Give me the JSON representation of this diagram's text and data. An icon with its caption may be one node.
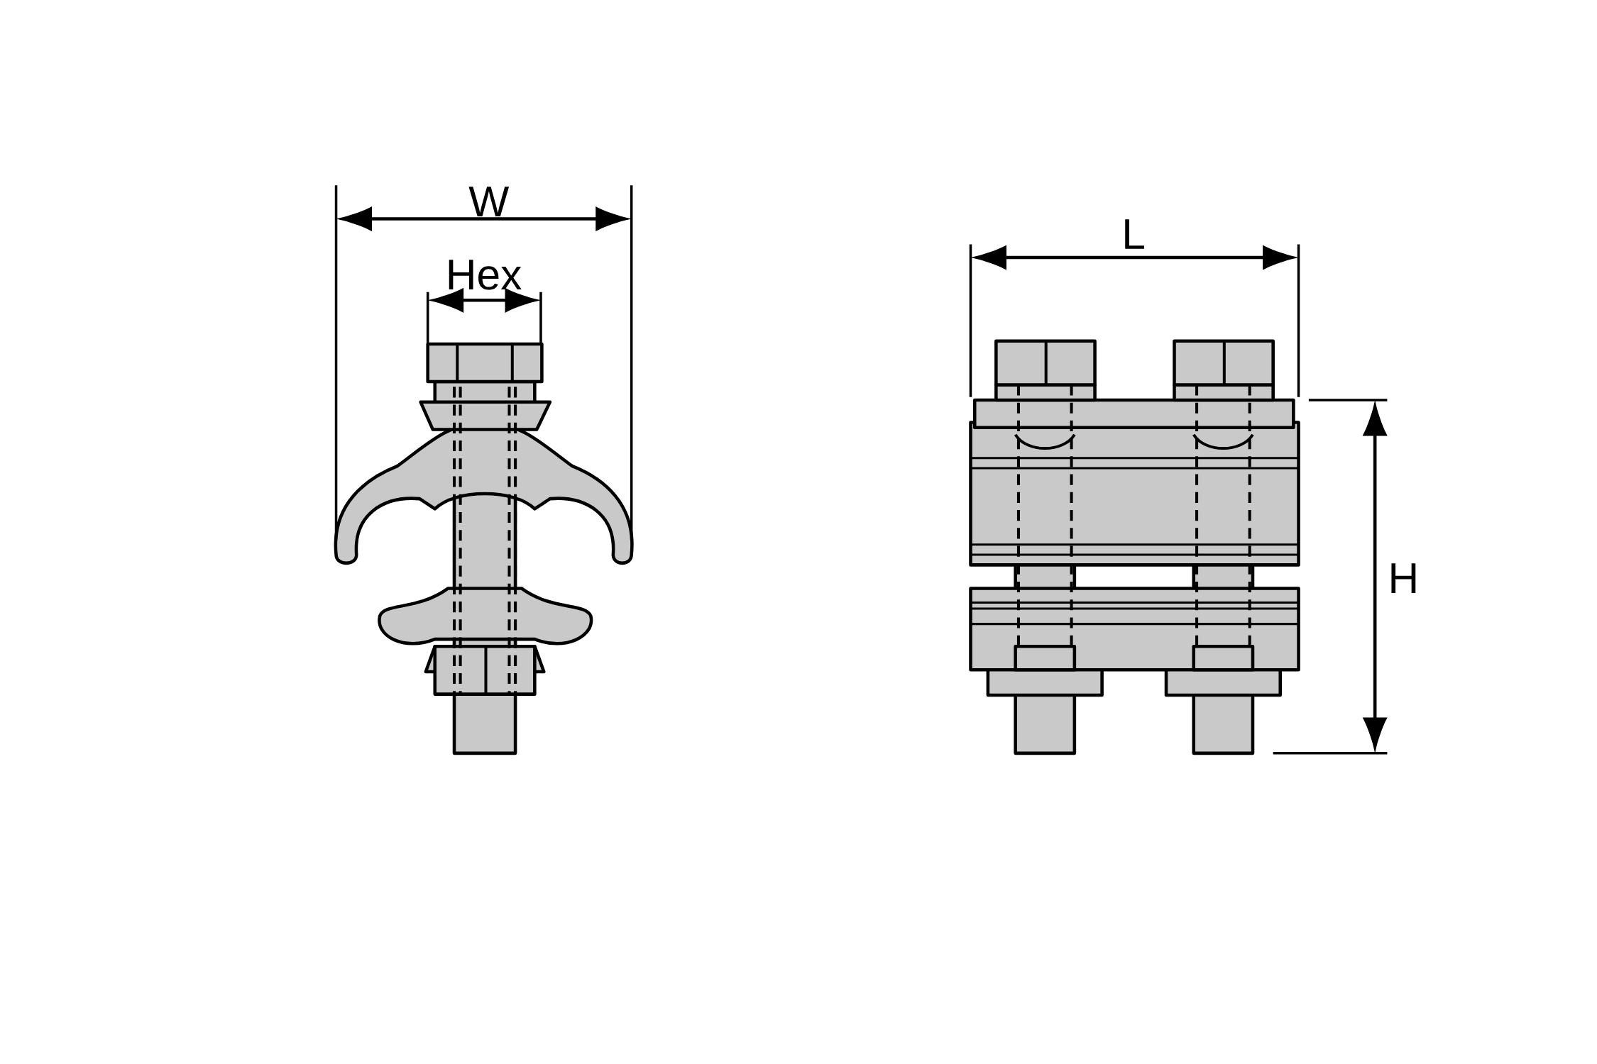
{
  "diagram": {
    "labels": [
      "W",
      "Hex",
      "L",
      "H"
    ]
  }
}
